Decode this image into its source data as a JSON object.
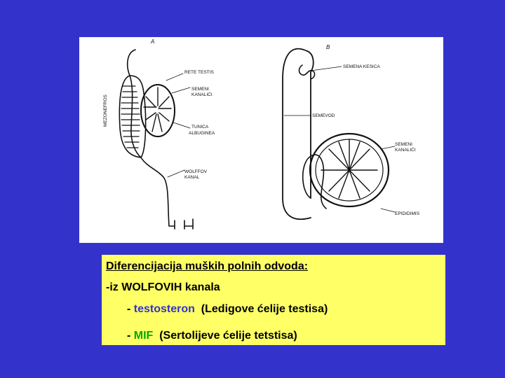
{
  "diagram": {
    "panel_a": "A",
    "panel_b": "B",
    "labels_a": {
      "rete": "RETE TESTIS",
      "semeni_1": "SEMENI",
      "semeni_2": "KANALIĆI",
      "tunica_1": "TUNICA",
      "tunica_2": "ALBUGINEA",
      "wolffov_1": "WOLFFOV",
      "wolffov_2": "KANAL",
      "mezonefros": "MEZONEFROS"
    },
    "labels_b": {
      "kesica": "SEMENA KESICA",
      "semevod": "SEMEVOD",
      "semeni_1": "SEMENI",
      "semeni_2": "KANALIĆI",
      "epididimis": "EPIDIDIMIS"
    }
  },
  "text": {
    "heading": "Diferencijacija muških polnih odvoda:",
    "wolff_prefix": "-iz ",
    "wolff_main": "WOLFOVIH kanala",
    "testo_dash": "- ",
    "testo_word": "testosteron",
    "testo_rest": "  (Ledigove ćelije testisa)",
    "mif_dash": "- ",
    "mif_word": "MIF",
    "mif_rest": "  (Sertolijeve ćelije tetstisa)"
  },
  "colors": {
    "background": "#3333cc",
    "textbox": "#ffff66",
    "testosteron": "#3333cc",
    "mif": "#00aa00"
  }
}
